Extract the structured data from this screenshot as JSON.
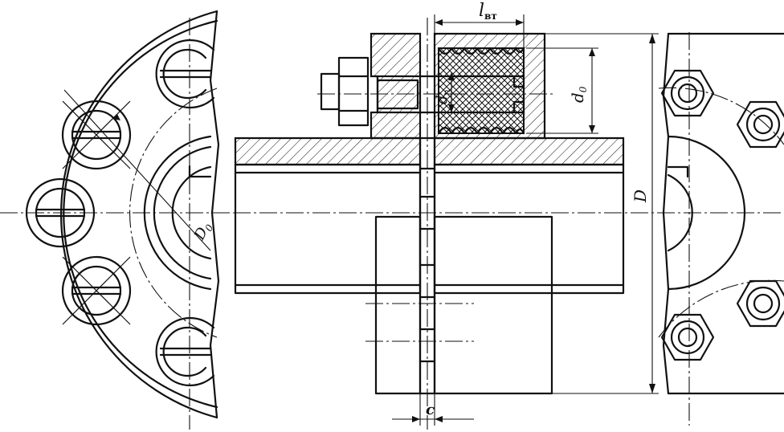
{
  "labels": {
    "l_vt": "l",
    "l_vt_sub": "вт",
    "d_p": "d",
    "d_p_sub": "п",
    "d0": "d",
    "d0_sub": "0",
    "D": "D",
    "D0": "D",
    "D0_sub": "0",
    "c": "c"
  }
}
